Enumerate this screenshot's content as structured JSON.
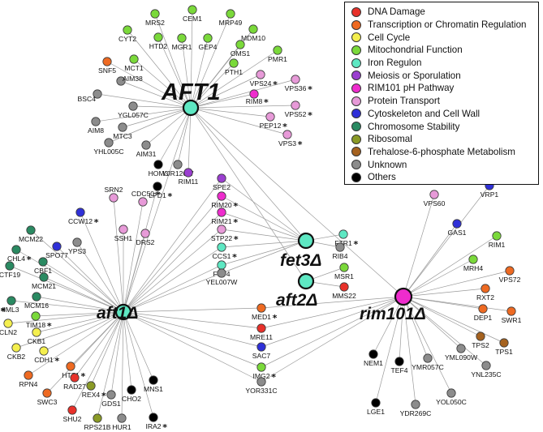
{
  "colors": {
    "dna_damage": "#e8312a",
    "transcription": "#ee6a22",
    "cell_cycle": "#f4ef4e",
    "mitochondrial": "#7ad93a",
    "iron": "#5ee8c3",
    "meiosis": "#9b3fd0",
    "rim101": "#ee2ccd",
    "protein_transport": "#e79ad8",
    "cytoskeleton": "#2f30d8",
    "chromosome": "#2a8a62",
    "ribosomal": "#8a9a26",
    "trehalose": "#a5621f",
    "unknown": "#8c8c8c",
    "others": "#000000"
  },
  "legend": {
    "items": [
      {
        "label": "DNA Damage",
        "color": "#e8312a"
      },
      {
        "label": "Transcription or Chromatin Regulation",
        "color": "#ee6a22"
      },
      {
        "label": "Cell Cycle",
        "color": "#f4ef4e"
      },
      {
        "label": "Mitochondrial Function",
        "color": "#7ad93a"
      },
      {
        "label": "Iron Regulon",
        "color": "#5ee8c3"
      },
      {
        "label": "Meiosis or Sporulation",
        "color": "#9b3fd0"
      },
      {
        "label": "RIM101 pH Pathway",
        "color": "#ee2ccd"
      },
      {
        "label": "Protein Transport",
        "color": "#e79ad8"
      },
      {
        "label": "Cytoskeleton and Cell Wall",
        "color": "#2f30d8"
      },
      {
        "label": "Chromosome Stability",
        "color": "#2a8a62"
      },
      {
        "label": "Ribosomal",
        "color": "#8a9a26"
      },
      {
        "label": "Trehalose-6-phosphate Metabolism",
        "color": "#a5621f"
      },
      {
        "label": "Unknown",
        "color": "#8c8c8c"
      },
      {
        "label": "Others",
        "color": "#000000"
      }
    ]
  },
  "hubs": {
    "AFT1": {
      "label": "AFT1",
      "color": "#5ee8c3"
    },
    "aft1": {
      "label": "aft1Δ",
      "color": "#5ee8c3",
      "star": "*"
    },
    "fet3": {
      "label": "fet3Δ",
      "color": "#5ee8c3"
    },
    "aft2": {
      "label": "aft2Δ",
      "color": "#5ee8c3"
    },
    "rim101": {
      "label": "rim101Δ",
      "color": "#ee2ccd",
      "star": "*"
    }
  },
  "genes": [
    {
      "name": "MRS2",
      "cat": "mitochondrial",
      "star": false,
      "links": [
        "AFT1"
      ]
    },
    {
      "name": "CEM1",
      "cat": "mitochondrial",
      "star": false,
      "links": [
        "AFT1"
      ]
    },
    {
      "name": "MRP49",
      "cat": "mitochondrial",
      "star": false,
      "links": [
        "AFT1"
      ]
    },
    {
      "name": "CYT2",
      "cat": "mitochondrial",
      "star": false,
      "links": [
        "AFT1"
      ]
    },
    {
      "name": "HTD2",
      "cat": "mitochondrial",
      "star": false,
      "links": [
        "AFT1"
      ]
    },
    {
      "name": "MGR1",
      "cat": "mitochondrial",
      "star": false,
      "links": [
        "AFT1"
      ]
    },
    {
      "name": "GEP4",
      "cat": "mitochondrial",
      "star": false,
      "links": [
        "AFT1"
      ]
    },
    {
      "name": "MDM10",
      "cat": "mitochondrial",
      "star": false,
      "links": [
        "AFT1"
      ]
    },
    {
      "name": "OMS1",
      "cat": "mitochondrial",
      "star": false,
      "links": [
        "AFT1"
      ]
    },
    {
      "name": "PMR1",
      "cat": "mitochondrial",
      "star": false,
      "links": [
        "AFT1"
      ]
    },
    {
      "name": "PTH1",
      "cat": "mitochondrial",
      "star": false,
      "links": [
        "AFT1"
      ]
    },
    {
      "name": "SNF5",
      "cat": "transcription",
      "star": false,
      "links": [
        "AFT1"
      ]
    },
    {
      "name": "MCT1",
      "cat": "mitochondrial",
      "star": false,
      "links": [
        "AFT1"
      ]
    },
    {
      "name": "AIM38",
      "cat": "unknown",
      "star": false,
      "links": [
        "AFT1"
      ]
    },
    {
      "name": "BSC4",
      "cat": "unknown",
      "star": false,
      "links": [
        "AFT1"
      ]
    },
    {
      "name": "YGL057C",
      "cat": "unknown",
      "star": false,
      "links": [
        "AFT1"
      ]
    },
    {
      "name": "AIM8",
      "cat": "unknown",
      "star": false,
      "links": [
        "AFT1"
      ]
    },
    {
      "name": "MTC3",
      "cat": "unknown",
      "star": false,
      "links": [
        "AFT1"
      ]
    },
    {
      "name": "YHL005C",
      "cat": "unknown",
      "star": false,
      "links": [
        "AFT1"
      ]
    },
    {
      "name": "AIM31",
      "cat": "unknown",
      "star": false,
      "links": [
        "AFT1"
      ]
    },
    {
      "name": "YJR120W",
      "cat": "unknown",
      "star": false,
      "links": [
        "AFT1"
      ]
    },
    {
      "name": "HOM3",
      "cat": "others",
      "star": false,
      "links": [
        "AFT1"
      ]
    },
    {
      "name": "RIM11",
      "cat": "meiosis",
      "star": false,
      "links": [
        "AFT1"
      ]
    },
    {
      "name": "VPS24",
      "cat": "protein_transport",
      "star": true,
      "links": [
        "AFT1"
      ]
    },
    {
      "name": "VPS36",
      "cat": "protein_transport",
      "star": true,
      "links": [
        "AFT1"
      ]
    },
    {
      "name": "RIM8",
      "cat": "rim101",
      "star": true,
      "links": [
        "AFT1"
      ]
    },
    {
      "name": "VPS52",
      "cat": "protein_transport",
      "star": true,
      "links": [
        "AFT1"
      ]
    },
    {
      "name": "PEP12",
      "cat": "protein_transport",
      "star": true,
      "links": [
        "AFT1"
      ]
    },
    {
      "name": "VPS3",
      "cat": "protein_transport",
      "star": true,
      "links": [
        "AFT1"
      ]
    },
    {
      "name": "LPD1",
      "cat": "others",
      "star": true,
      "links": [
        "aft1"
      ]
    },
    {
      "name": "SRN2",
      "cat": "protein_transport",
      "star": false,
      "links": [
        "aft1"
      ]
    },
    {
      "name": "CDC50",
      "cat": "protein_transport",
      "star": true,
      "links": [
        "aft1"
      ]
    },
    {
      "name": "SSH1",
      "cat": "protein_transport",
      "star": false,
      "links": [
        "aft1"
      ]
    },
    {
      "name": "DRS2",
      "cat": "protein_transport",
      "star": false,
      "links": [
        "aft1"
      ]
    },
    {
      "name": "SPE2",
      "cat": "meiosis",
      "star": false,
      "links": [
        "aft1",
        "fet3"
      ]
    },
    {
      "name": "RIM20",
      "cat": "rim101",
      "star": true,
      "links": [
        "aft1",
        "fet3"
      ]
    },
    {
      "name": "RIM21",
      "cat": "rim101",
      "star": true,
      "links": [
        "aft1",
        "fet3"
      ]
    },
    {
      "name": "STP22",
      "cat": "protein_transport",
      "star": true,
      "links": [
        "aft1",
        "fet3"
      ]
    },
    {
      "name": "CCS1",
      "cat": "iron",
      "star": true,
      "links": [
        "aft1",
        "fet3"
      ]
    },
    {
      "name": "FET4",
      "cat": "iron",
      "star": false,
      "links": [
        "aft1",
        "fet3"
      ]
    },
    {
      "name": "YEL007W",
      "cat": "unknown",
      "star": false,
      "links": [
        "aft1",
        "fet3"
      ]
    },
    {
      "name": "FTR1",
      "cat": "iron",
      "star": true,
      "links": [
        "fet3"
      ]
    },
    {
      "name": "RIB4",
      "cat": "unknown",
      "star": false,
      "links": [
        "fet3"
      ]
    },
    {
      "name": "MSR1",
      "cat": "mitochondrial",
      "star": false,
      "links": [
        "aft2"
      ]
    },
    {
      "name": "MMS22",
      "cat": "dna_damage",
      "star": false,
      "links": [
        "aft2"
      ]
    },
    {
      "name": "CCW12",
      "cat": "cytoskeleton",
      "star": true,
      "links": [
        "aft1"
      ]
    },
    {
      "name": "MCM22",
      "cat": "chromosome",
      "star": false,
      "links": [
        "aft1"
      ]
    },
    {
      "name": "YPS3",
      "cat": "unknown",
      "star": false,
      "links": [
        "aft1"
      ]
    },
    {
      "name": "CHL4",
      "cat": "chromosome",
      "star": true,
      "links": [
        "aft1"
      ]
    },
    {
      "name": "SPO77",
      "cat": "cytoskeleton",
      "star": false,
      "links": [
        "aft1"
      ]
    },
    {
      "name": "CBF1",
      "cat": "chromosome",
      "star": false,
      "links": [
        "aft1"
      ]
    },
    {
      "name": "CTF19",
      "cat": "chromosome",
      "star": false,
      "links": [
        "aft1"
      ]
    },
    {
      "name": "MCM21",
      "cat": "chromosome",
      "star": false,
      "links": [
        "aft1"
      ]
    },
    {
      "name": "IML3",
      "cat": "chromosome",
      "star": false,
      "links": [
        "aft1"
      ]
    },
    {
      "name": "MCM16",
      "cat": "chromosome",
      "star": false,
      "links": [
        "aft1"
      ]
    },
    {
      "name": "TIM18",
      "cat": "mitochondrial",
      "star": true,
      "links": [
        "aft1"
      ]
    },
    {
      "name": "CLN2",
      "cat": "cell_cycle",
      "star": false,
      "links": [
        "aft1"
      ]
    },
    {
      "name": "CKB1",
      "cat": "cell_cycle",
      "star": false,
      "links": [
        "aft1"
      ]
    },
    {
      "name": "CKB2",
      "cat": "cell_cycle",
      "star": false,
      "links": [
        "aft1"
      ]
    },
    {
      "name": "CDH1",
      "cat": "cell_cycle",
      "star": true,
      "links": [
        "aft1"
      ]
    },
    {
      "name": "HTZ1",
      "cat": "transcription",
      "star": true,
      "links": [
        "aft1"
      ]
    },
    {
      "name": "RPN4",
      "cat": "transcription",
      "star": false,
      "links": [
        "aft1"
      ]
    },
    {
      "name": "RAD27",
      "cat": "dna_damage",
      "star": true,
      "links": [
        "aft1"
      ]
    },
    {
      "name": "REX4",
      "cat": "ribosomal",
      "star": true,
      "links": [
        "aft1"
      ]
    },
    {
      "name": "SWC3",
      "cat": "transcription",
      "star": false,
      "links": [
        "aft1"
      ]
    },
    {
      "name": "SHU2",
      "cat": "dna_damage",
      "star": false,
      "links": [
        "aft1"
      ]
    },
    {
      "name": "GDS1",
      "cat": "unknown",
      "star": false,
      "links": [
        "aft1"
      ]
    },
    {
      "name": "CHO2",
      "cat": "others",
      "star": false,
      "links": [
        "aft1"
      ]
    },
    {
      "name": "MNS1",
      "cat": "others",
      "star": false,
      "links": [
        "aft1"
      ]
    },
    {
      "name": "RPS21B",
      "cat": "ribosomal",
      "star": false,
      "links": [
        "aft1"
      ]
    },
    {
      "name": "HUR1",
      "cat": "unknown",
      "star": false,
      "links": [
        "aft1"
      ]
    },
    {
      "name": "IRA2",
      "cat": "others",
      "star": true,
      "links": [
        "aft1"
      ]
    },
    {
      "name": "MED1",
      "cat": "transcription",
      "star": true,
      "links": [
        "aft1",
        "rim101"
      ]
    },
    {
      "name": "MRE11",
      "cat": "dna_damage",
      "star": false,
      "links": [
        "aft1",
        "rim101"
      ]
    },
    {
      "name": "SAC7",
      "cat": "cytoskeleton",
      "star": false,
      "links": [
        "aft1",
        "rim101"
      ]
    },
    {
      "name": "IMG2",
      "cat": "mitochondrial",
      "star": true,
      "links": [
        "aft1",
        "rim101"
      ]
    },
    {
      "name": "YOR331C",
      "cat": "unknown",
      "star": false,
      "links": [
        "aft1",
        "rim101"
      ]
    },
    {
      "name": "VPS60",
      "cat": "protein_transport",
      "star": false,
      "links": [
        "rim101"
      ]
    },
    {
      "name": "VRP1",
      "cat": "cytoskeleton",
      "star": false,
      "links": [
        "rim101"
      ]
    },
    {
      "name": "GAS1",
      "cat": "cytoskeleton",
      "star": false,
      "links": [
        "rim101"
      ]
    },
    {
      "name": "RIM1",
      "cat": "mitochondrial",
      "star": false,
      "links": [
        "rim101"
      ]
    },
    {
      "name": "MRH4",
      "cat": "mitochondrial",
      "star": false,
      "links": [
        "rim101"
      ]
    },
    {
      "name": "VPS72",
      "cat": "transcription",
      "star": false,
      "links": [
        "rim101"
      ]
    },
    {
      "name": "RXT2",
      "cat": "transcription",
      "star": false,
      "links": [
        "rim101"
      ]
    },
    {
      "name": "DEP1",
      "cat": "transcription",
      "star": false,
      "links": [
        "rim101"
      ]
    },
    {
      "name": "SWR1",
      "cat": "transcription",
      "star": false,
      "links": [
        "rim101"
      ]
    },
    {
      "name": "TPS2",
      "cat": "trehalose",
      "star": false,
      "links": [
        "rim101"
      ]
    },
    {
      "name": "TPS1",
      "cat": "trehalose",
      "star": false,
      "links": [
        "rim101"
      ]
    },
    {
      "name": "YML090W",
      "cat": "unknown",
      "star": false,
      "links": [
        "rim101"
      ]
    },
    {
      "name": "YNL235C",
      "cat": "unknown",
      "star": false,
      "links": [
        "rim101"
      ]
    },
    {
      "name": "YMR057C",
      "cat": "unknown",
      "star": false,
      "links": [
        "rim101"
      ]
    },
    {
      "name": "NEM1",
      "cat": "others",
      "star": false,
      "links": [
        "rim101"
      ]
    },
    {
      "name": "TEF4",
      "cat": "others",
      "star": false,
      "links": [
        "rim101"
      ]
    },
    {
      "name": "YOL050C",
      "cat": "unknown",
      "star": false,
      "links": [
        "rim101"
      ]
    },
    {
      "name": "LGE1",
      "cat": "others",
      "star": false,
      "links": [
        "rim101"
      ]
    },
    {
      "name": "YDR269C",
      "cat": "unknown",
      "star": false,
      "links": [
        "rim101"
      ]
    }
  ]
}
